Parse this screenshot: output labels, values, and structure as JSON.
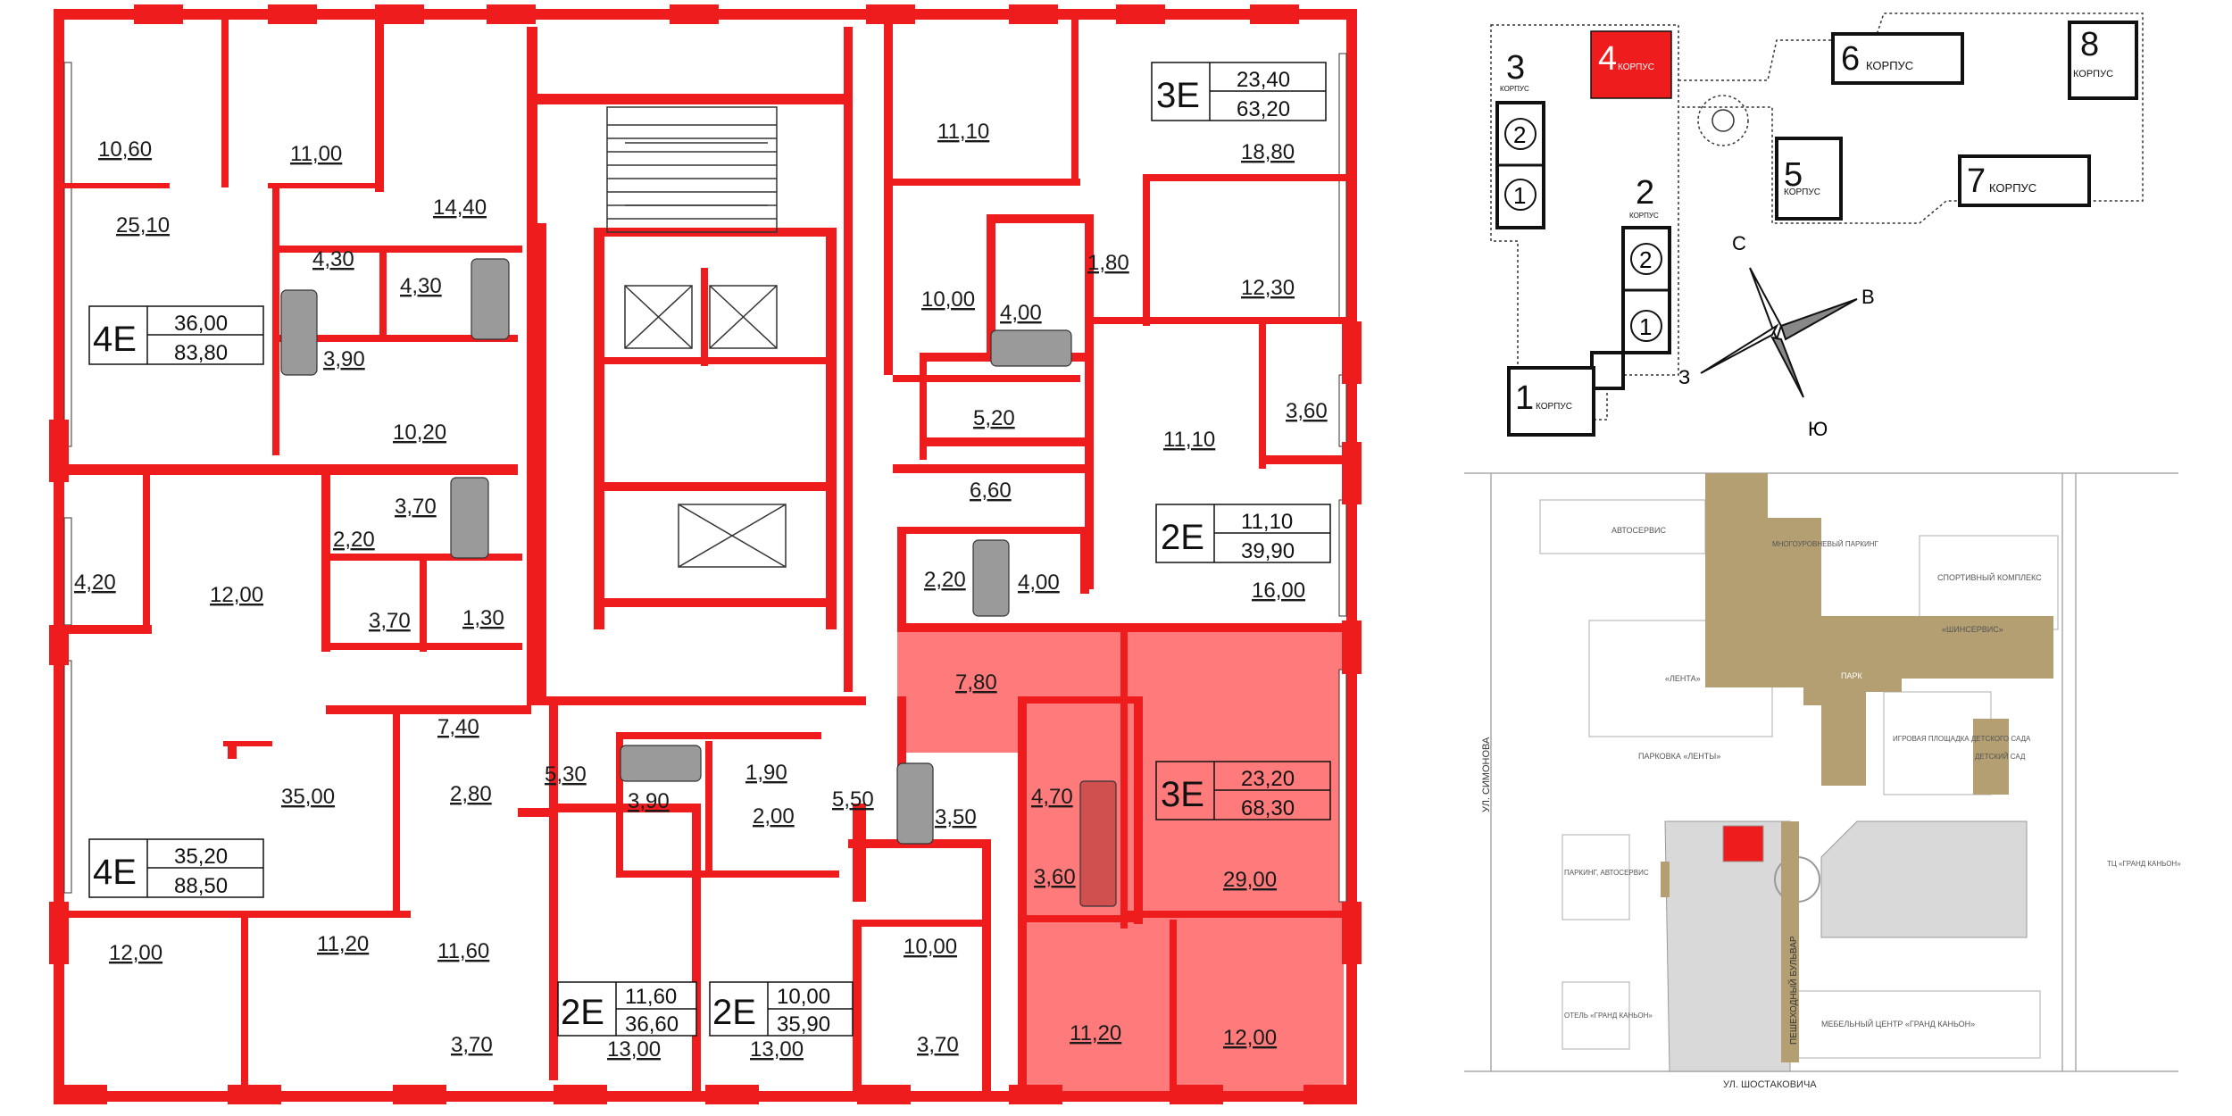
{
  "floor_plan": {
    "rooms": [
      {
        "id": "r1",
        "label": "10,60"
      },
      {
        "id": "r2",
        "label": "11,00"
      },
      {
        "id": "r3",
        "label": "14,40"
      },
      {
        "id": "r4",
        "label": "25,10"
      },
      {
        "id": "r5",
        "label": "4,30"
      },
      {
        "id": "r6",
        "label": "4,30"
      },
      {
        "id": "r7",
        "label": "3,90"
      },
      {
        "id": "r8",
        "label": "10,20"
      },
      {
        "id": "r9",
        "label": "11,10"
      },
      {
        "id": "r10",
        "label": "18,80"
      },
      {
        "id": "r11",
        "label": "10,00"
      },
      {
        "id": "r12",
        "label": "1,80"
      },
      {
        "id": "r13",
        "label": "4,00"
      },
      {
        "id": "r14",
        "label": "12,30"
      },
      {
        "id": "r15",
        "label": "5,20"
      },
      {
        "id": "r16",
        "label": "3,60"
      },
      {
        "id": "r17",
        "label": "11,10"
      },
      {
        "id": "r18",
        "label": "6,60"
      },
      {
        "id": "r19",
        "label": "3,70"
      },
      {
        "id": "r20",
        "label": "2,20"
      },
      {
        "id": "r21",
        "label": "4,20"
      },
      {
        "id": "r22",
        "label": "12,00"
      },
      {
        "id": "r23",
        "label": "3,70"
      },
      {
        "id": "r24",
        "label": "1,30"
      },
      {
        "id": "r25",
        "label": "2,20"
      },
      {
        "id": "r26",
        "label": "4,00"
      },
      {
        "id": "r27",
        "label": "16,00"
      },
      {
        "id": "r28",
        "label": "7,40"
      },
      {
        "id": "r29",
        "label": "7,80"
      },
      {
        "id": "r30",
        "label": "4,70"
      },
      {
        "id": "r31",
        "label": "5,30"
      },
      {
        "id": "r32",
        "label": "1,90"
      },
      {
        "id": "r33",
        "label": "3,90"
      },
      {
        "id": "r34",
        "label": "2,00"
      },
      {
        "id": "r35",
        "label": "5,50"
      },
      {
        "id": "r36",
        "label": "35,00"
      },
      {
        "id": "r37",
        "label": "2,80"
      },
      {
        "id": "r38",
        "label": "3,50"
      },
      {
        "id": "r39",
        "label": "3,60"
      },
      {
        "id": "r40",
        "label": "29,00"
      },
      {
        "id": "r41",
        "label": "11,60"
      },
      {
        "id": "r42",
        "label": "10,00"
      },
      {
        "id": "r43",
        "label": "12,00"
      },
      {
        "id": "r44",
        "label": "11,20"
      },
      {
        "id": "r45",
        "label": "3,70"
      },
      {
        "id": "r46",
        "label": "13,00"
      },
      {
        "id": "r47",
        "label": "13,00"
      },
      {
        "id": "r48",
        "label": "3,70"
      },
      {
        "id": "r49",
        "label": "11,20"
      },
      {
        "id": "r50",
        "label": "12,00"
      }
    ],
    "units": [
      {
        "id": "u1",
        "code": "3E",
        "living": "23,40",
        "total": "63,20"
      },
      {
        "id": "u2",
        "code": "4E",
        "living": "36,00",
        "total": "83,80"
      },
      {
        "id": "u3",
        "code": "2E",
        "living": "11,10",
        "total": "39,90"
      },
      {
        "id": "u4",
        "code": "3E",
        "living": "23,20",
        "total": "68,30"
      },
      {
        "id": "u5",
        "code": "4E",
        "living": "35,20",
        "total": "88,50"
      },
      {
        "id": "u6",
        "code": "2E",
        "living": "11,60",
        "total": "36,60"
      },
      {
        "id": "u7",
        "code": "2E",
        "living": "10,00",
        "total": "35,90"
      }
    ],
    "highlight_color": "#ff7b7b",
    "wall_color": "#ee1c1c"
  },
  "building_map": {
    "corp_word": "КОРПУС",
    "buildings": [
      {
        "id": "b1",
        "num": "1"
      },
      {
        "id": "b2",
        "num": "2"
      },
      {
        "id": "b3",
        "num": "3"
      },
      {
        "id": "b4",
        "num": "4"
      },
      {
        "id": "b5",
        "num": "5"
      },
      {
        "id": "b6",
        "num": "6"
      },
      {
        "id": "b7",
        "num": "7"
      },
      {
        "id": "b8",
        "num": "8"
      }
    ],
    "sections": {
      "s1": "1",
      "s2": "2"
    },
    "compass": {
      "n": "С",
      "e": "В",
      "s": "Ю",
      "w": "З"
    },
    "active_color": "#ee1c1c"
  },
  "site_map": {
    "labels": {
      "autoservice": "АВТОСЕРВИС",
      "park_multi": "МНОГОУРОВНЕВЫЙ ПАРКИНГ",
      "sport": "СПОРТИВНЫЙ КОМПЛЕКС",
      "tire": "«ШИНСЕРВИС»",
      "lenta": "«ЛЕНТА»",
      "park": "ПАРК",
      "parking_lenta": "ПАРКОВКА «ЛЕНТЫ»",
      "playground": "ИГРОВАЯ ПЛОЩАДКА ДЕТСКОГО САДА",
      "kindergarten": "ДЕТСКИЙ САД",
      "street_simonova": "УЛ. СИМОНОВА",
      "parking_auto": "ПАРКИНГ, АВТОСЕРВИС",
      "tc": "ТЦ «ГРАНД КАНЬОН»",
      "boulevard": "ПЕШЕХОДНЫЙ БУЛЬВАР",
      "hotel": "ОТЕЛЬ «ГРАНД КАНЬОН»",
      "furniture": "МЕБЕЛЬНЫЙ ЦЕНТР «ГРАНД КАНЬОН»",
      "street_shost": "УЛ. ШОСТАКОВИЧА"
    },
    "park_color": "#b39f72",
    "building_color": "#d9d9d9"
  }
}
